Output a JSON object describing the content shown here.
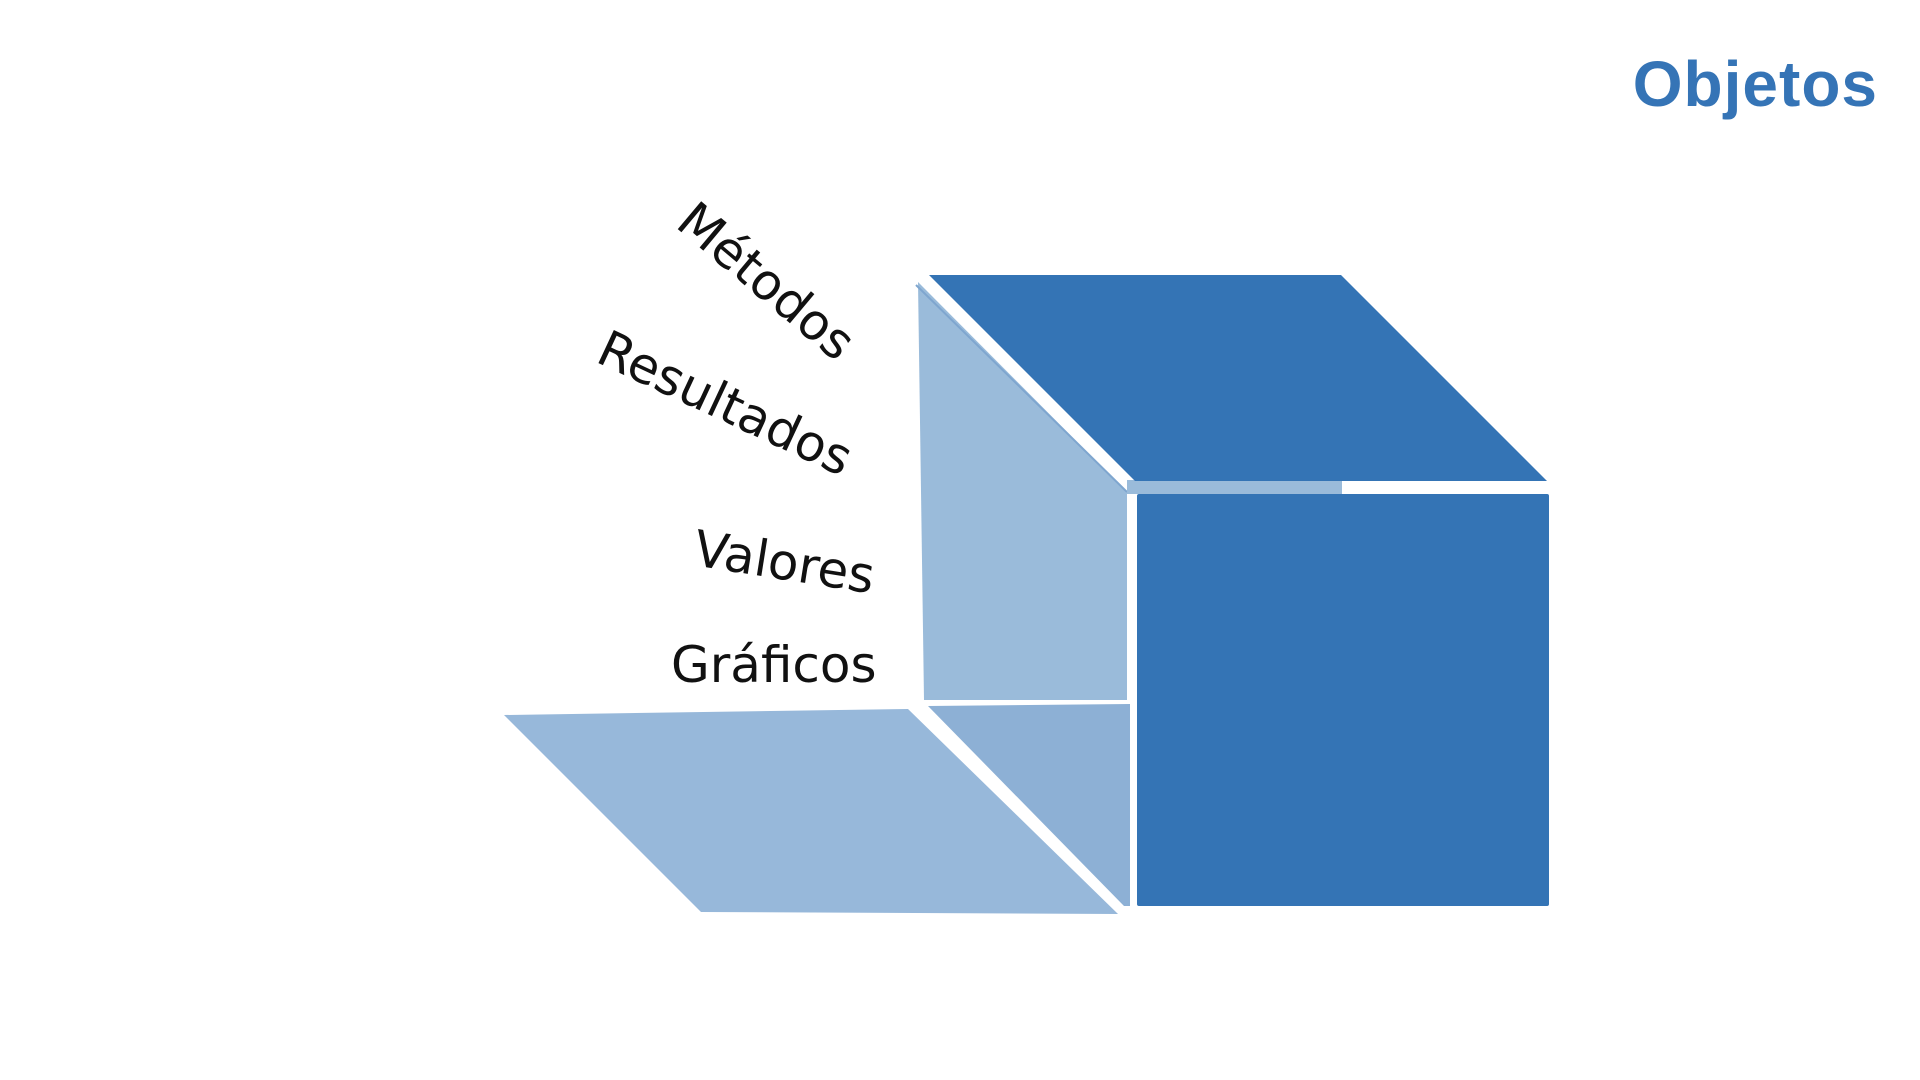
{
  "title": "Objetos",
  "labels": {
    "metodos": "Métodos",
    "resultados": "Resultados",
    "valores": "Valores",
    "graficos": "Gráficos"
  },
  "colors": {
    "accent": "#3574B6",
    "face_dark": "#3474B5",
    "face_light": "#9ABBDA",
    "face_floor": "#97B8DA",
    "face_bottom": "#8DB0D5",
    "text": "#111111",
    "background": "#FFFFFF"
  }
}
